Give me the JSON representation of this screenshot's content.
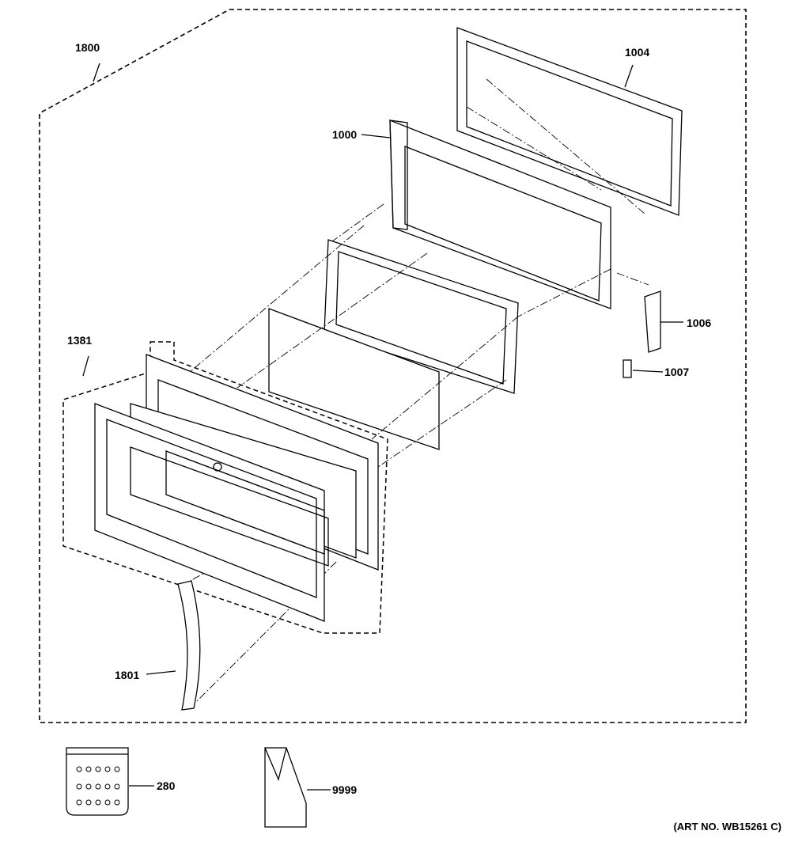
{
  "labels": {
    "assembly": "1800",
    "outer_frame": "1004",
    "inner_frame": "1000",
    "latch": "1006",
    "spring": "1007",
    "door_assembly": "1381",
    "handle": "1801",
    "hardware_bag": "280",
    "literature": "9999"
  },
  "art_number": "(ART NO. WB15261 C)"
}
